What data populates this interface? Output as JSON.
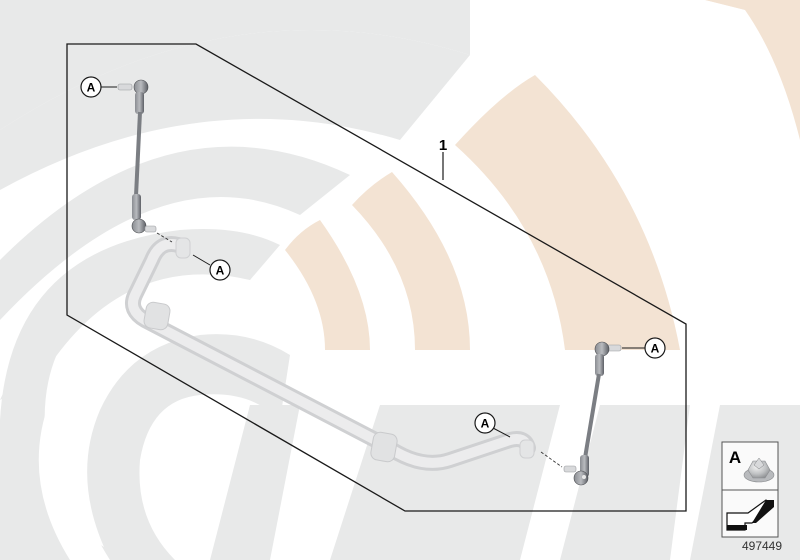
{
  "diagram": {
    "item_number": "1",
    "callouts": [
      {
        "label": "A",
        "position": "upper-left link top stud"
      },
      {
        "label": "A",
        "position": "left link lower / bar end"
      },
      {
        "label": "A",
        "position": "right link top stud"
      },
      {
        "label": "A",
        "position": "right bar end"
      }
    ],
    "legend": {
      "letter": "A",
      "part": "flange-nut-icon",
      "symbol": "included-in-kit-arrow-icon"
    },
    "image_id": "497449",
    "colors": {
      "background_gray": "#e8e9e9",
      "background_beige": "#f3e3d3",
      "outline": "#1a1a1a",
      "bar": "#e4e5e6",
      "link": "#6d7076"
    }
  }
}
